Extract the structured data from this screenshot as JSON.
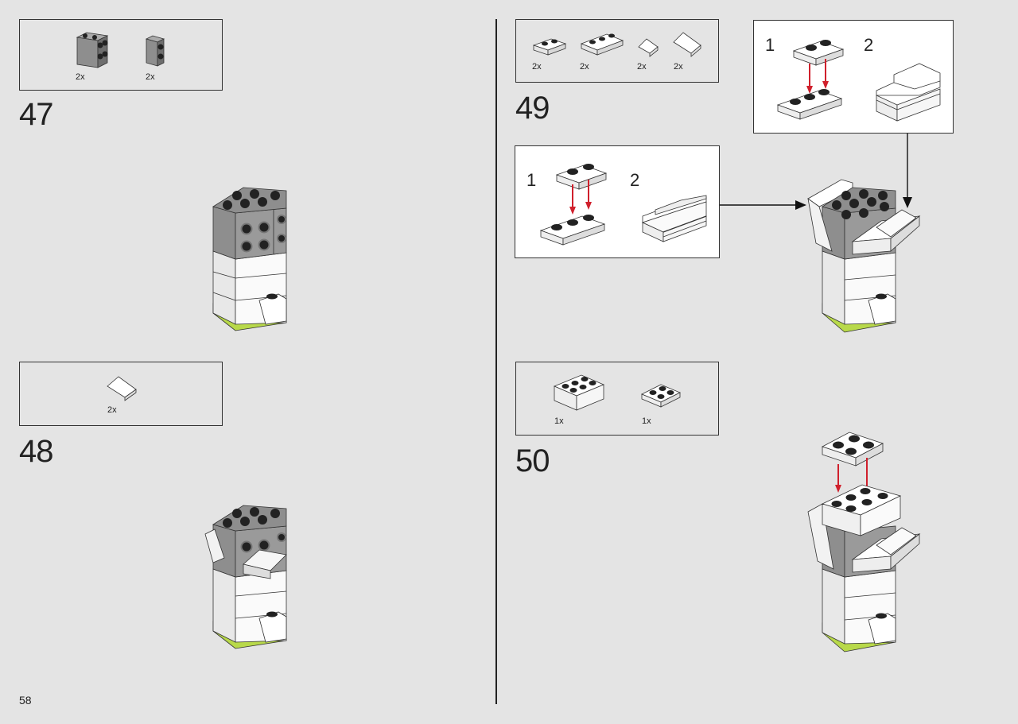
{
  "page_number": "58",
  "steps": [
    {
      "number": "47",
      "parts": [
        {
          "qty": "2x",
          "part": "dark-gray-2x2-brick-studs-side"
        },
        {
          "qty": "2x",
          "part": "dark-gray-1x2-brick-studs-side"
        }
      ]
    },
    {
      "number": "48",
      "parts": [
        {
          "qty": "2x",
          "part": "white-slope"
        }
      ]
    },
    {
      "number": "49",
      "parts": [
        {
          "qty": "2x",
          "part": "white-1x2-plate"
        },
        {
          "qty": "2x",
          "part": "white-1x3-plate"
        },
        {
          "qty": "2x",
          "part": "white-small-slope"
        },
        {
          "qty": "2x",
          "part": "white-slope"
        }
      ],
      "subassembly_labels": [
        "1",
        "2"
      ]
    },
    {
      "number": "50",
      "parts": [
        {
          "qty": "1x",
          "part": "white-2x3-brick"
        },
        {
          "qty": "1x",
          "part": "white-2x2-plate"
        }
      ]
    }
  ],
  "colors": {
    "background": "#e4e4e4",
    "frame": "#333333",
    "arrow": "#d0202c",
    "lime": "#b8d94a",
    "dark_gray": "#8e8e8e",
    "stud": "#222222"
  }
}
